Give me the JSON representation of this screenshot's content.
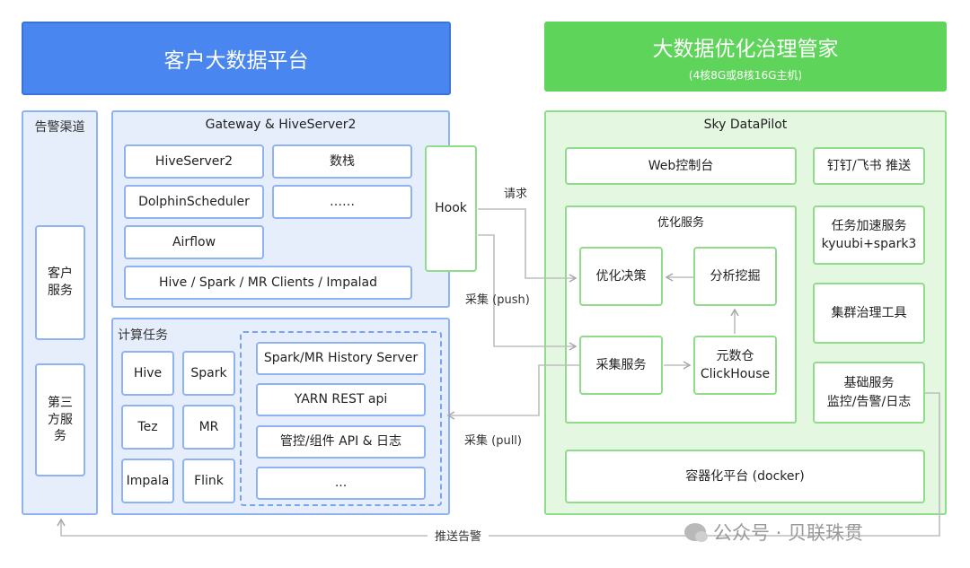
{
  "left_header": {
    "title": "客户大数据平台"
  },
  "right_header": {
    "title": "大数据优化治理管家",
    "subtitle": "(4核8G或8核16G主机)"
  },
  "alert_channel": {
    "title": "告警渠道",
    "items": [
      "客户服务",
      "第三方服务"
    ]
  },
  "gateway": {
    "title": "Gateway & HiveServer2",
    "items": [
      "HiveServer2",
      "数栈",
      "DolphinScheduler",
      "……",
      "Airflow",
      "Hive / Spark / MR Clients / Impalad"
    ]
  },
  "hook": {
    "label": "Hook"
  },
  "compute": {
    "title": "计算任务",
    "engines": [
      "Hive",
      "Spark",
      "Tez",
      "MR",
      "Impala",
      "Flink"
    ],
    "sources": [
      "Spark/MR History Server",
      "YARN REST api",
      "管控/组件 API & 日志",
      "..."
    ]
  },
  "edge_labels": {
    "request": "请求",
    "collect_push": "采集 (push)",
    "collect_pull": "采集 (pull)",
    "push_alert": "推送告警"
  },
  "datapilot": {
    "title": "Sky DataPilot",
    "web_console": "Web控制台",
    "notify": "钉钉/飞书 推送",
    "opt_service": {
      "title": "优化服务",
      "decision": "优化决策",
      "analysis": "分析挖掘",
      "collect": "采集服务",
      "metastore_line1": "元数仓",
      "metastore_line2": "ClickHouse"
    },
    "accel_line1": "任务加速服务",
    "accel_line2": "kyuubi+spark3",
    "cluster_tools": "集群治理工具",
    "base_line1": "基础服务",
    "base_line2": "监控/告警/日志",
    "container": "容器化平台 (docker)"
  },
  "watermark": {
    "text": "公众号 · 贝联珠贯"
  }
}
